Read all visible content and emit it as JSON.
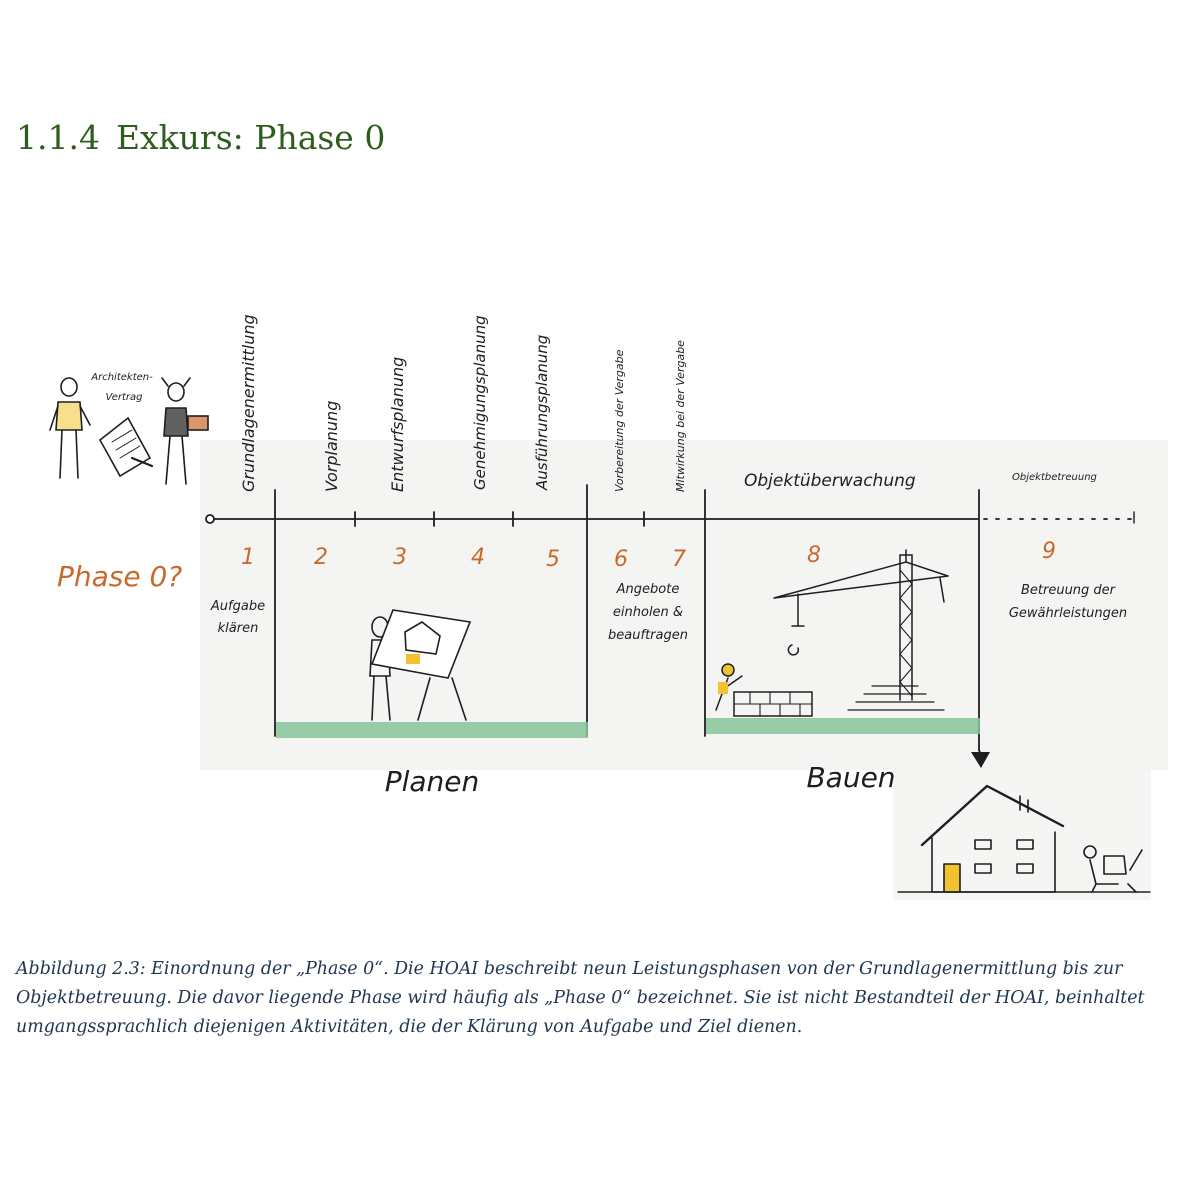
{
  "heading": {
    "number": "1.1.4",
    "title": "Exkurs: Phase 0"
  },
  "figure": {
    "contract_label_line1": "Architekten-",
    "contract_label_line2": "Vertrag",
    "phase0_label": "Phase 0?",
    "phase_names": [
      "Grundlagenermittlung",
      "Vorplanung",
      "Entwurfsplanung",
      "Genehmigungsplanung",
      "Ausführungsplanung",
      "Vorbereitung der Vergabe",
      "Mitwirkung bei der Vergabe",
      "Objektüberwachung",
      "Objektbetreuung"
    ],
    "phase_numbers": [
      "1",
      "2",
      "3",
      "4",
      "5",
      "6",
      "7",
      "8",
      "9"
    ],
    "note_1": [
      "Aufgabe",
      "klären"
    ],
    "note_67": [
      "Angebote",
      "einholen &",
      "beauftragen"
    ],
    "note_9": [
      "Betreuung der",
      "Gewährleistungen"
    ],
    "section_planen": "Planen",
    "section_bauen": "Bauen",
    "colors": {
      "accent": "#c96a2c",
      "ground": "#86c49a",
      "highlight": "#f2c230",
      "ink": "#1e1e1e"
    }
  },
  "caption": "Abbildung 2.3: Einordnung der „Phase 0“. Die HOAI beschreibt neun Leistungsphasen von der Grundlagenermittlung bis zur Objektbetreuung. Die davor liegende Phase wird häufig als „Phase 0“ bezeichnet. Sie ist nicht Bestandteil der HOAI, beinhaltet umgangssprachlich diejenigen Aktivitäten, die der Klärung von Aufgabe und Ziel dienen."
}
